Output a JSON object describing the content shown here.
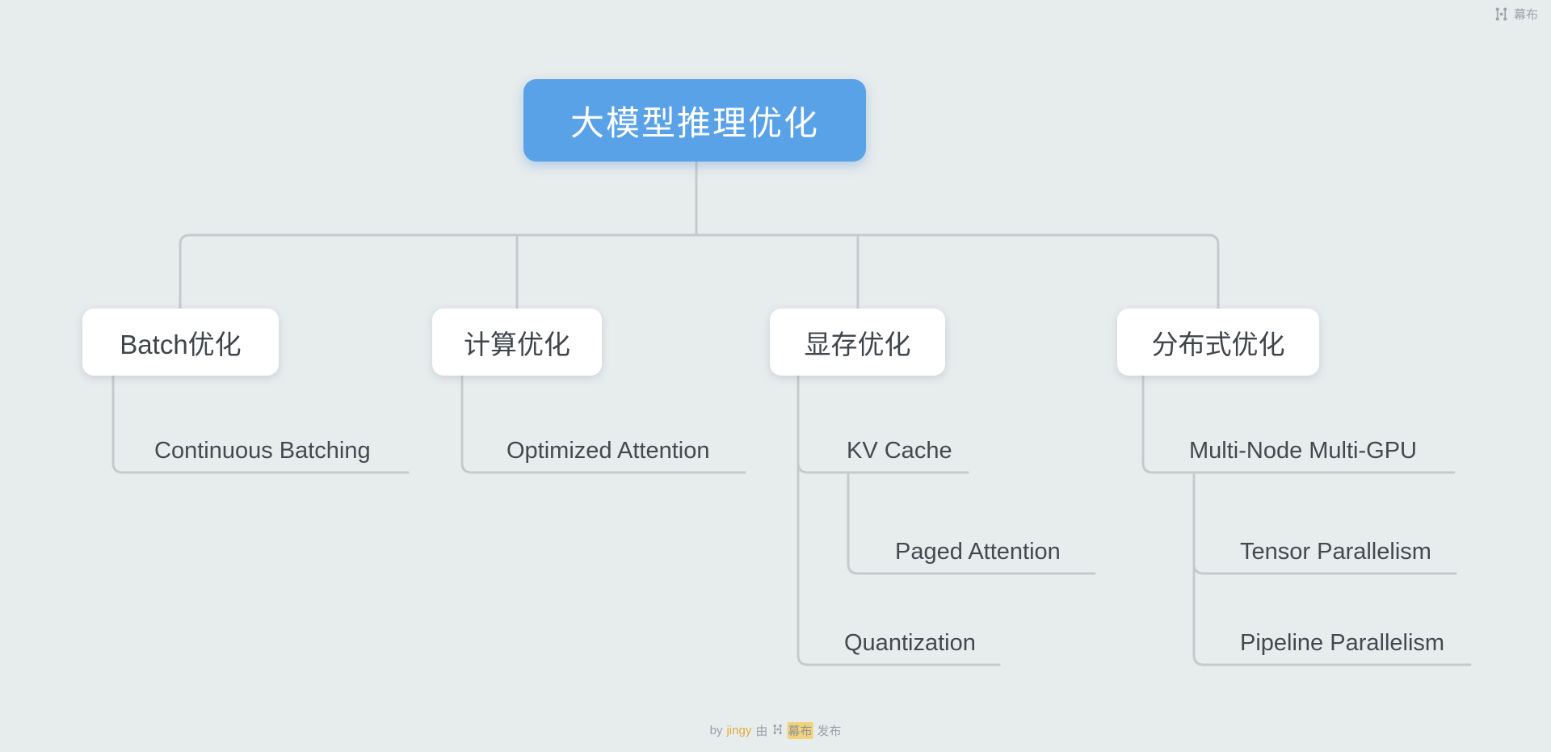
{
  "brand": {
    "name": "幕布"
  },
  "footer": {
    "by": "by",
    "author": "jingy",
    "via": "由",
    "brand": "幕布",
    "action": "发布"
  },
  "colors": {
    "background": "#e7eced",
    "root_fill": "#5aa2e8",
    "root_text": "#ffffff",
    "node_text": "#3f454a",
    "connector": "#c6cacd",
    "accent_yellow": "#e2ad3e",
    "corner_brand_gray": "#9ba4ab"
  },
  "mindmap": {
    "root": {
      "label": "大模型推理优化"
    },
    "branches": [
      {
        "label": "Batch优化",
        "children": [
          {
            "label": "Continuous Batching",
            "children": []
          }
        ]
      },
      {
        "label": "计算优化",
        "children": [
          {
            "label": "Optimized Attention",
            "children": []
          }
        ]
      },
      {
        "label": "显存优化",
        "children": [
          {
            "label": "KV Cache",
            "children": [
              {
                "label": "Paged Attention",
                "children": []
              }
            ]
          },
          {
            "label": "Quantization",
            "children": []
          }
        ]
      },
      {
        "label": "分布式优化",
        "children": [
          {
            "label": "Multi-Node Multi-GPU",
            "children": [
              {
                "label": "Tensor Parallelism",
                "children": []
              },
              {
                "label": "Pipeline Parallelism",
                "children": []
              }
            ]
          }
        ]
      }
    ]
  }
}
